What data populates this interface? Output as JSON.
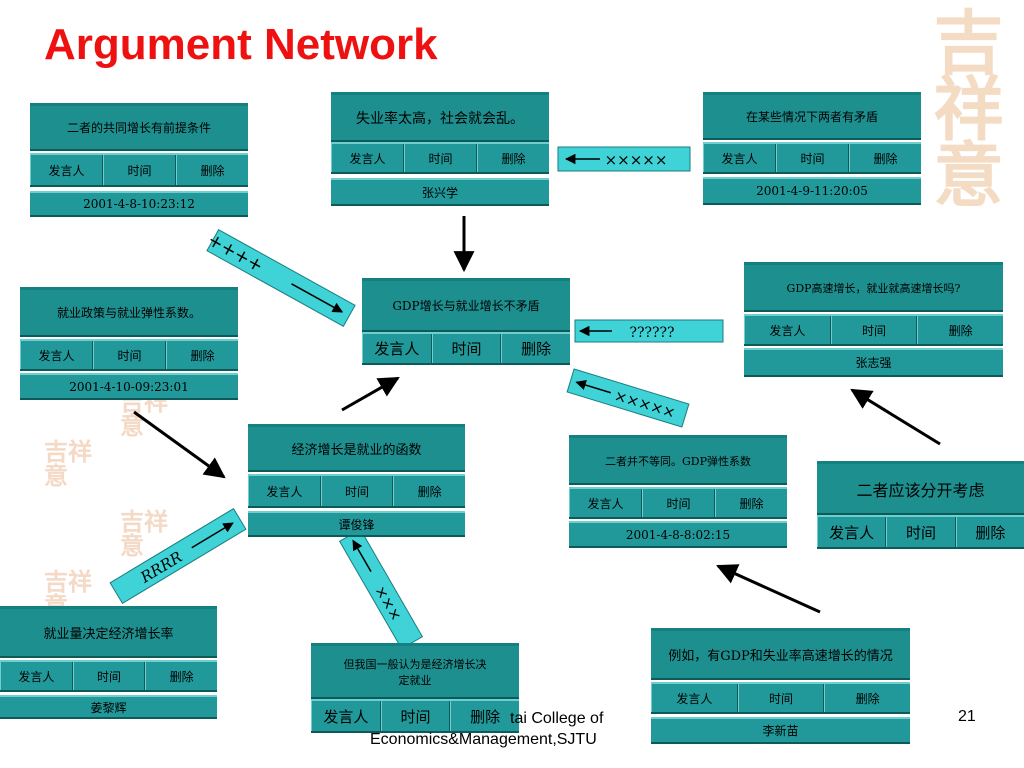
{
  "title": "Argument Network",
  "footer": {
    "institution_line1": "tai College of",
    "institution_line2": "Economics&Management,SJTU",
    "page_number": "21"
  },
  "nodes": {
    "n1": {
      "text": "二者的共同增长有前提条件",
      "speaker": "发言人",
      "time": "时间",
      "delete": "删除",
      "footer": "2001-4-8-10:23:12"
    },
    "n2": {
      "text": "失业率太高，社会就会乱。",
      "speaker": "发言人",
      "time": "时间",
      "delete": "删除",
      "footer": "张兴学"
    },
    "n3": {
      "text": "在某些情况下两者有矛盾",
      "speaker": "发言人",
      "time": "时间",
      "delete": "删除",
      "footer": "2001-4-9-11:20:05"
    },
    "n4": {
      "text": "就业政策与就业弹性系数。",
      "speaker": "发言人",
      "time": "时间",
      "delete": "删除",
      "footer": "2001-4-10-09:23:01"
    },
    "n5": {
      "text": "GDP增长与就业增长不矛盾",
      "speaker": "发言人",
      "time": "时间",
      "delete": "删除"
    },
    "n6": {
      "text": "GDP高速增长，就业就高速增长吗?",
      "speaker": "发言人",
      "time": "时间",
      "delete": "删除",
      "footer": "张志强"
    },
    "n7": {
      "text": "经济增长是就业的函数",
      "speaker": "发言人",
      "time": "时间",
      "delete": "删除",
      "footer": "谭俊锋"
    },
    "n8": {
      "text": "二者并不等同。GDP弹性系数",
      "speaker": "发言人",
      "time": "时间",
      "delete": "删除",
      "footer": "2001-4-8-8:02:15"
    },
    "n9": {
      "text": "二者应该分开考虑",
      "speaker": "发言人",
      "time": "时间",
      "delete": "删除"
    },
    "n10": {
      "text": "就业量决定经济增长率",
      "speaker": "发言人",
      "time": "时间",
      "delete": "删除",
      "footer": "姜黎辉"
    },
    "n11": {
      "text": "但我国一般认为是经济增长决定就业",
      "speaker": "发言人",
      "time": "时间",
      "delete": "删除"
    },
    "n12": {
      "text": "例如，有GDP和失业率高速增长的情况",
      "speaker": "发言人",
      "time": "时间",
      "delete": "删除",
      "footer": "李新苗"
    }
  },
  "edge_labels": {
    "support1": "++++",
    "oppose_top": "×××××",
    "question": "??????",
    "oppose_mid": "×××××",
    "rrrr": "RRRR",
    "oppose_low": "×××"
  },
  "colors": {
    "node_fill": "#21999a",
    "title": "#ee1111",
    "label_box": "#3fd2d6",
    "arrow": "#000000"
  },
  "decoration": {
    "big": "吉祥意",
    "small": "吉祥意"
  }
}
